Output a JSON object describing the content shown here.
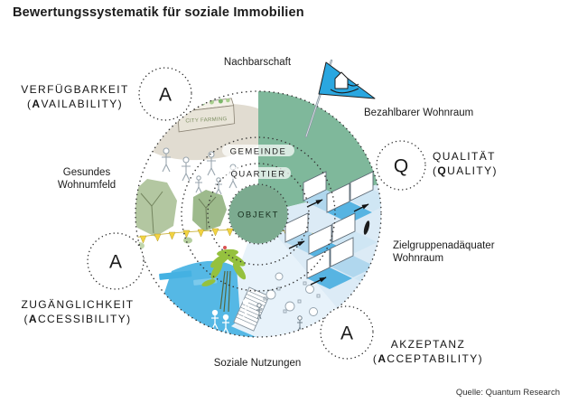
{
  "title": "Bewertungssystematik für soziale Immobilien",
  "source": "Quelle: Quantum Research",
  "rings": {
    "outer": "GEMEINDE",
    "middle": "QUARTIER",
    "inner": "OBJEKT"
  },
  "criteria": {
    "availability": {
      "letter": "A",
      "label_de": "VERFÜGBARKEIT",
      "en_open": "(",
      "en_bold": "A",
      "en_rest": "VAILABILITY)"
    },
    "quality": {
      "letter": "Q",
      "label_de": "QUALITÄT",
      "en_open": "(",
      "en_bold": "Q",
      "en_rest": "UALITY)"
    },
    "accessibility": {
      "letter": "A",
      "label_de": "ZUGÄNGLICHKEIT",
      "en_open": "(",
      "en_bold": "A",
      "en_rest": "CCESSIBILITY)"
    },
    "acceptability": {
      "letter": "A",
      "label_de": "AKZEPTANZ",
      "en_open": "(",
      "en_bold": "A",
      "en_rest": "CCEPTABILITY)"
    }
  },
  "labels": {
    "top": "Nachbarschaft",
    "top_right": "Bezahlbarer Wohnraum",
    "left_line1": "Gesundes",
    "left_line2": "Wohnumfeld",
    "right_line1": "Zielgruppenadäquater",
    "right_line2": "Wohnraum",
    "bottom": "Soziale Nutzungen"
  },
  "illustration": {
    "city_farming_sign": "CITY FARMING",
    "flag_icon": "flag-with-house-in-hand"
  },
  "colors": {
    "sector_green": "#7fb89b",
    "objekt_green": "#7cab90",
    "flag_blue": "#2aa7e0",
    "water_blue": "#55b8e5",
    "building_blue": "#b0d7ee",
    "building_blue_dark": "#57b4e2",
    "building_blue_pale": "#cfe6f4",
    "pale_sector": "#dcebf6",
    "tables_sector": "#e7f2fa",
    "leaf_green": "#95c13e",
    "tree_sage": "#b3c7a1",
    "tree_sage_dark": "#9dba8c",
    "beige": "#d9d3c5",
    "bunting_yellow": "#f2d341"
  }
}
